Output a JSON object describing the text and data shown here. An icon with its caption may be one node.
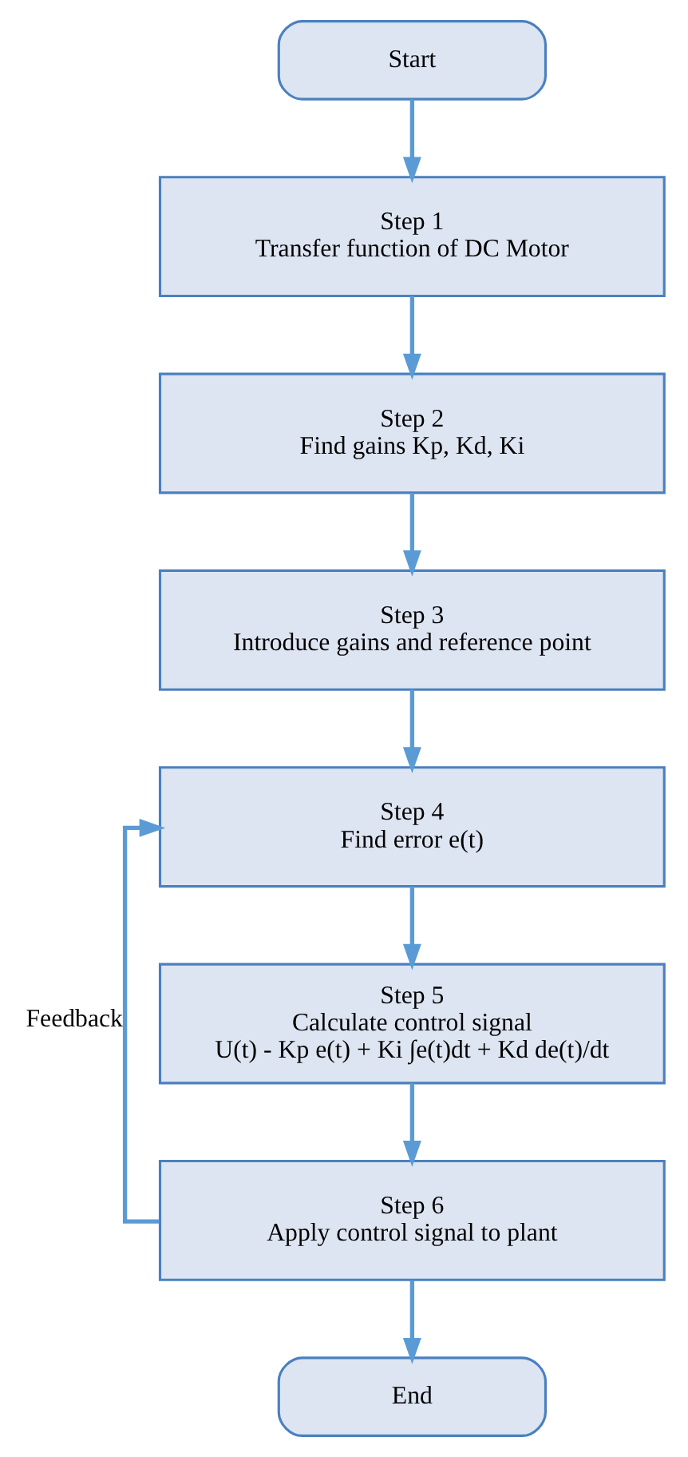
{
  "diagram": {
    "nodes": [
      {
        "text": [
          "Start"
        ]
      },
      {
        "text": [
          "Step 1",
          "Transfer function of DC Motor"
        ]
      },
      {
        "text": [
          "Step 2",
          "Find gains Kp, Kd, Ki"
        ]
      },
      {
        "text": [
          "Step 3",
          "Introduce gains and reference point"
        ]
      },
      {
        "text": [
          "Step 4",
          "Find error e(t)"
        ]
      },
      {
        "text": [
          "Step 5",
          "Calculate control signal",
          "U(t) - Kp e(t) + Ki ∫e(t)dt + Kd de(t)/dt"
        ]
      },
      {
        "text": [
          "Step 6",
          "Apply control signal to plant"
        ]
      },
      {
        "text": [
          "End"
        ]
      }
    ],
    "edges": [
      {
        "from": 0,
        "to": 1,
        "arrow": "to"
      },
      {
        "from": 1,
        "to": 2,
        "arrow": "to"
      },
      {
        "from": 2,
        "to": 3,
        "arrow": "to"
      },
      {
        "from": 3,
        "to": 4,
        "arrow": "to"
      },
      {
        "from": 4,
        "to": 5,
        "arrow": "to"
      },
      {
        "from": 5,
        "to": 6,
        "arrow": "to"
      },
      {
        "from": 6,
        "to": 7,
        "arrow": "to"
      },
      {
        "from": 6,
        "to": 4,
        "arrow": "to",
        "label": "Feedback"
      }
    ]
  }
}
